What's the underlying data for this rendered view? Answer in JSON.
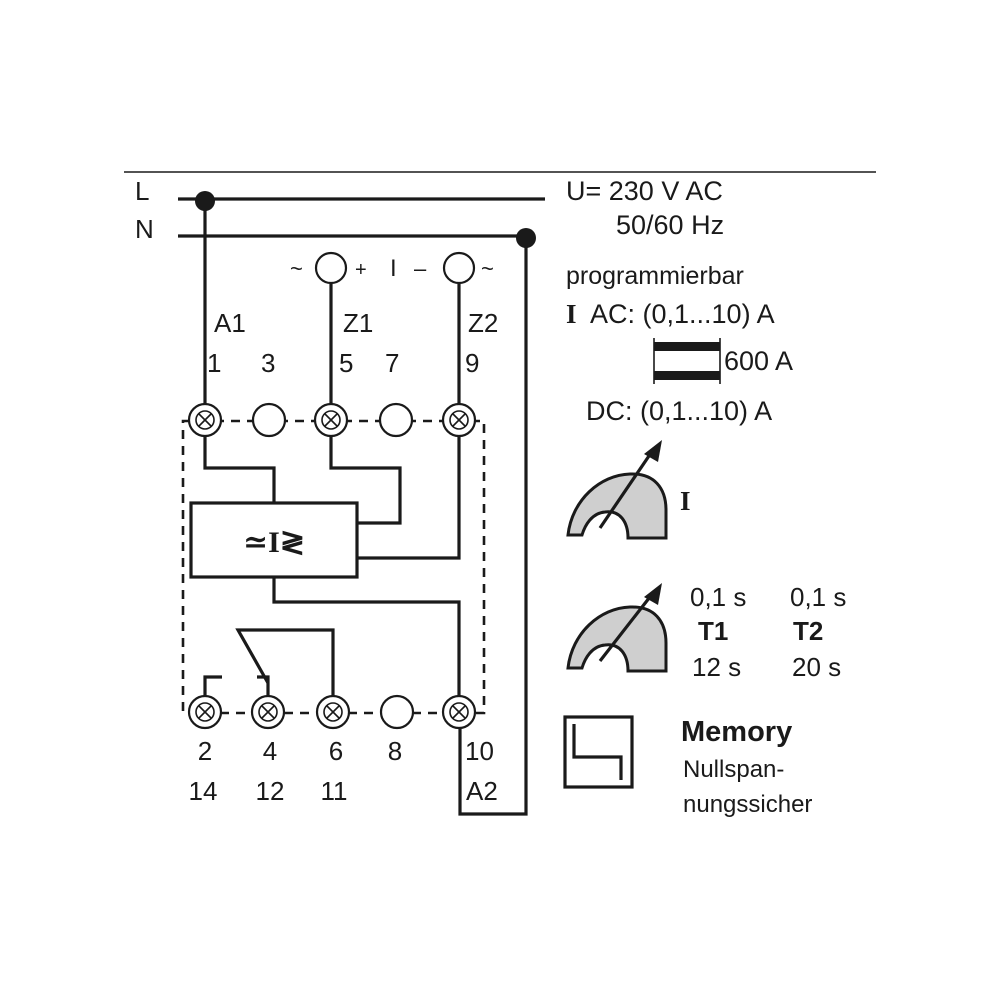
{
  "supply": {
    "line_label": "L",
    "neutral_label": "N",
    "voltage": "U= 230 V AC",
    "frequency": "50/60 Hz"
  },
  "current_input": {
    "left_sign": "~",
    "plus": "+",
    "symbol": "I",
    "minus": "–",
    "right_sign": "~"
  },
  "terminals_top": {
    "names": [
      "A1",
      "Z1",
      "Z2"
    ],
    "numbers": [
      "1",
      "3",
      "5",
      "7",
      "9"
    ]
  },
  "terminals_bottom": {
    "numbers": [
      "2",
      "4",
      "6",
      "8",
      "10"
    ],
    "contacts": [
      "14",
      "12",
      "11"
    ],
    "name": "A2"
  },
  "device_symbol": "≃I≷",
  "spec": {
    "programmable": "programmierbar",
    "ac_symbol": "I",
    "ac_range": "AC: (0,1...10) A",
    "transformer_range": "600 A",
    "dc_range": "DC: (0,1...10) A"
  },
  "current_setting": {
    "symbol": "I",
    "icon": "adjustable-scale-icon"
  },
  "timers": {
    "t1": {
      "label": "T1",
      "min": "0,1 s",
      "max": "12 s"
    },
    "t2": {
      "label": "T2",
      "min": "0,1 s",
      "max": "20 s"
    }
  },
  "memory": {
    "title": "Memory",
    "line1": "Nullspan-",
    "line2": "nungssicher",
    "icon": "memory-step-icon"
  },
  "colors": {
    "ink": "#1a1a1a",
    "scale_fill": "#cfcfcf",
    "background": "#ffffff"
  }
}
